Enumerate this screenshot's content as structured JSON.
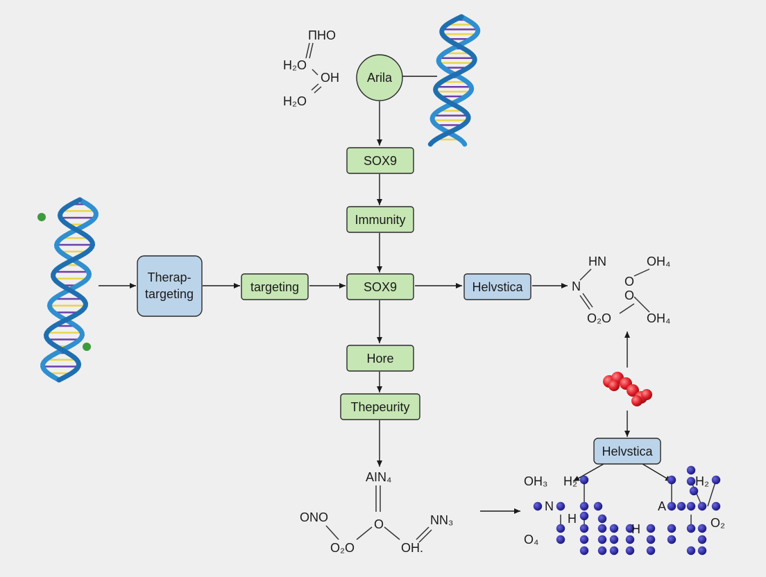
{
  "nodes": {
    "arila": "Arila",
    "sox9_top": "SOX9",
    "immunity": "Immunity",
    "therap_line1": "Therap-",
    "therap_line2": "targeting",
    "targeting": "targeting",
    "sox9_center": "SOX9",
    "helvstica_right": "Helvstica",
    "hore": "Hore",
    "thepeurity": "Thepeurity",
    "helvstica_bottom": "Helvstica"
  },
  "chem_top_left": {
    "a": "ΠHO",
    "b": "H₂O",
    "c": "OH",
    "d": "H₂O"
  },
  "chem_right": {
    "hn": "HN",
    "oh4_top": "OH₄",
    "n": "N",
    "o1": "O",
    "o2": "O",
    "o2o": "O₂O",
    "oh4_bottom": "OH₄"
  },
  "chem_bottom": {
    "ain4": "AIN₄",
    "o_center": "O",
    "ono": "ONO",
    "o2o": "O₂O",
    "oh": "OH.",
    "nn3": "NN₃"
  },
  "chem_bottom_right": {
    "oh3": "OH₃",
    "h2_left": "H₂",
    "n": "N",
    "h_left": "H",
    "o4": "O₄",
    "h_mid": "H",
    "a": "A",
    "h2_right": "H₂",
    "o2": "O₂"
  },
  "colors": {
    "node_green": "#c6e6b4",
    "node_blue": "#bcd4ea",
    "helix_blue": "#2f8fd0",
    "rung_yellow": "#e8d64a",
    "rung_purple": "#6b3fa8",
    "atom_red": "#e0202a",
    "atom_navy": "#1c1a9a",
    "background": "#efefef"
  }
}
